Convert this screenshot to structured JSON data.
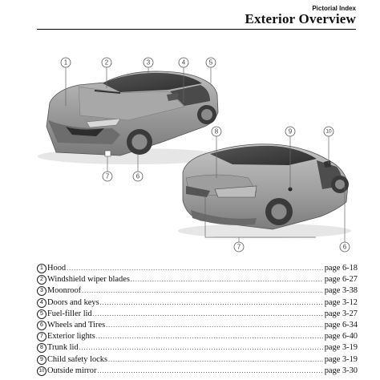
{
  "header": {
    "section": "Pictorial Index",
    "title": "Exterior Overview"
  },
  "callouts": {
    "front": [
      "1",
      "2",
      "3",
      "4",
      "5",
      "7",
      "6"
    ],
    "rear": [
      "8",
      "9",
      "10",
      "7",
      "6"
    ]
  },
  "items": [
    {
      "num": "1",
      "label": "Hood",
      "page": "page 6-18"
    },
    {
      "num": "2",
      "label": "Windshield wiper blades",
      "page": "page 6-27"
    },
    {
      "num": "3",
      "label": "Moonroof",
      "page": "page 3-38"
    },
    {
      "num": "4",
      "label": "Doors and keys",
      "page": "page 3-12"
    },
    {
      "num": "5",
      "label": "Fuel-filler lid",
      "page": "page 3-27"
    },
    {
      "num": "6",
      "label": "Wheels and Tires",
      "page": "page 6-34"
    },
    {
      "num": "7",
      "label": "Exterior lights",
      "page": "page 6-40"
    },
    {
      "num": "8",
      "label": "Trunk lid",
      "page": "page 3-19"
    },
    {
      "num": "9",
      "label": "Child safety locks",
      "page": "page 3-19"
    },
    {
      "num": "10",
      "label": "Outside mirror",
      "page": "page 3-30"
    }
  ]
}
